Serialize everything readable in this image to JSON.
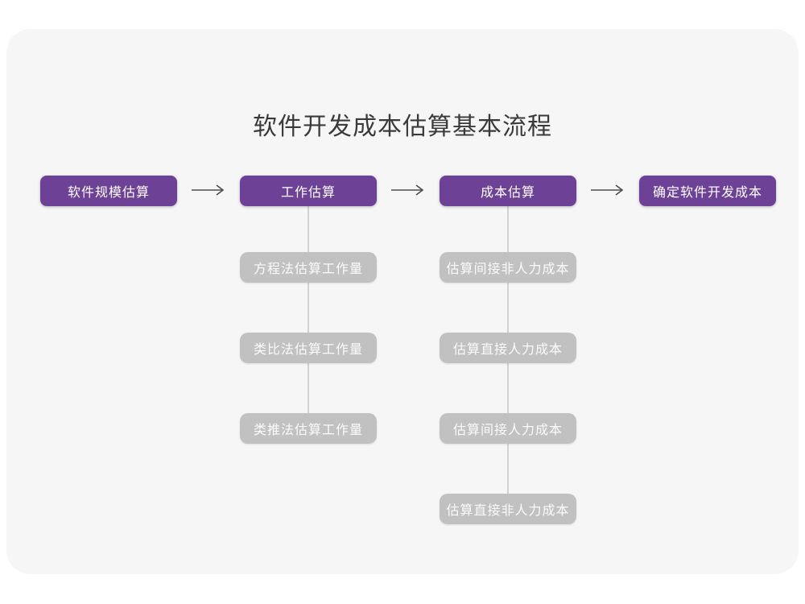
{
  "title": "软件开发成本估算基本流程",
  "colors": {
    "primary_purple": "#6d4296",
    "sub_box_gray": "#c1c1c1",
    "card_background": "#f6f6f7",
    "connector_line": "#d2d2d2",
    "arrow": "#4d4d4d",
    "title_text": "#3a3a3a"
  },
  "flow": {
    "main_nodes": [
      {
        "label": "软件规模估算"
      },
      {
        "label": "工作估算"
      },
      {
        "label": "成本估算"
      },
      {
        "label": "确定软件开发成本"
      }
    ],
    "work_sub_nodes": [
      {
        "label": "方程法估算工作量"
      },
      {
        "label": "类比法估算工作量"
      },
      {
        "label": "类推法估算工作量"
      }
    ],
    "cost_sub_nodes": [
      {
        "label": "估算间接非人力成本"
      },
      {
        "label": "估算直接人力成本"
      },
      {
        "label": "估算间接人力成本"
      },
      {
        "label": "估算直接非人力成本"
      }
    ]
  }
}
